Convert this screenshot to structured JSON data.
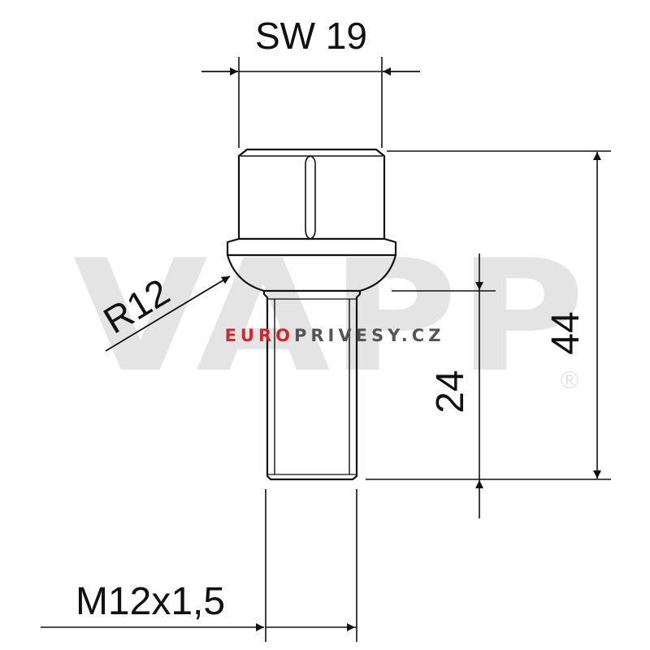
{
  "dimensions": {
    "wrench_size": "SW 19",
    "total_length": "44",
    "thread_length": "24",
    "seat_radius": "R12",
    "thread_spec": "M12x1,5"
  },
  "watermark": {
    "logo_text": "VAPP",
    "registered_mark": "®",
    "site_red": "EURO",
    "site_rest": "PRIVESY.CZ",
    "color_red": "#d9232d",
    "color_gray": "#e4e4e4",
    "color_dark": "#555555"
  },
  "colors": {
    "line": "#111111",
    "background": "#ffffff"
  }
}
